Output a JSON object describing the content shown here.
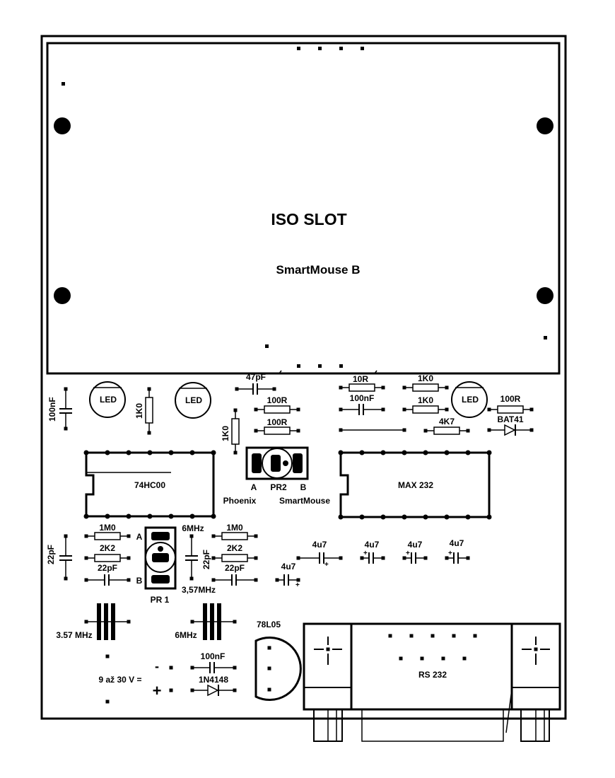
{
  "slot": {
    "title": "ISO SLOT",
    "subtitle": "SmartMouse B"
  },
  "labels": {
    "c_100nF_left": "100nF",
    "led1": "LED",
    "r_1K0_v1": "1K0",
    "led2": "LED",
    "c_47pF": "47pF",
    "r_100R_1": "100R",
    "r_100R_2": "100R",
    "r_1K0_v2": "1K0",
    "r_10R": "10R",
    "c_100nF_mid": "100nF",
    "r_1K0_h1": "1K0",
    "r_1K0_h2": "1K0",
    "led3": "LED",
    "r_100R_3": "100R",
    "r_4K7": "4K7",
    "d_bat41": "BAT41",
    "ic1": "74HC00",
    "ic2": "MAX 232",
    "pr2_a": "A",
    "pr2_name": "PR2",
    "pr2_b": "B",
    "pr2_phoenix": "Phoenix",
    "pr2_smartmouse": "SmartMouse",
    "c_22pF_v1": "22pF",
    "r_1M0_1": "1M0",
    "r_2K2_1": "2K2",
    "c_22pF_h1": "22pF",
    "pr1_a": "A",
    "pr1_b": "B",
    "pr1_name": "PR 1",
    "freq_6mhz": "6MHz",
    "freq_357mhz": "3,57MHz",
    "c_22pF_v2": "22pF",
    "r_1M0_2": "1M0",
    "r_2K2_2": "2K2",
    "c_22pF_h2": "22pF",
    "c_4u7_1": "4u7",
    "c_4u7_2": "4u7",
    "c_4u7_3": "4u7",
    "c_4u7_4": "4u7",
    "c_4u7_5": "4u7",
    "x1": "3.57 MHz",
    "x2": "6MHz",
    "reg": "78L05",
    "power": "9 až 30 V =",
    "minus": "-",
    "plus": "+",
    "c_100nF_pwr": "100nF",
    "d_1n4148": "1N4148",
    "rs232": "RS 232"
  }
}
